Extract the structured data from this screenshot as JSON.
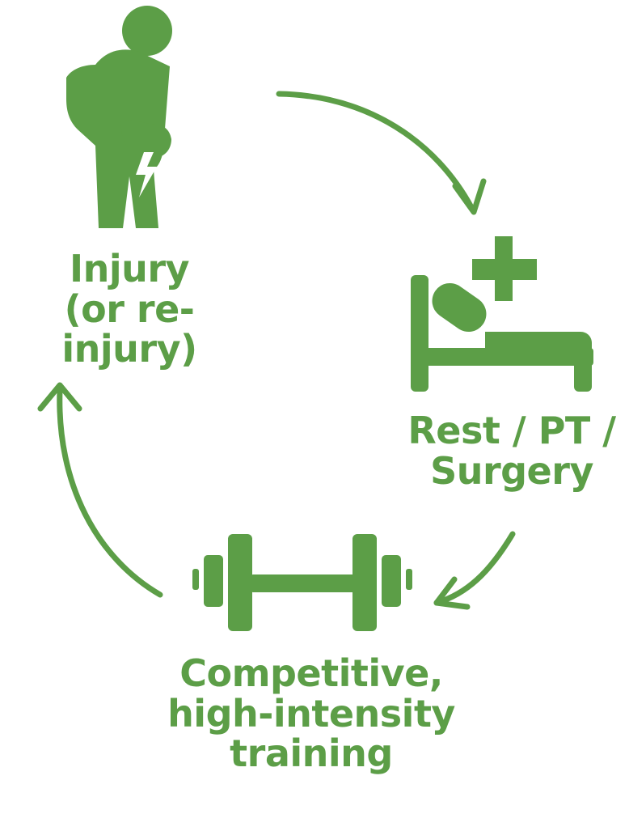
{
  "colors": {
    "accent": "#5c9e47"
  },
  "nodes": {
    "injury": {
      "icon": "injured-person-icon",
      "line1": "Injury",
      "line2": "(or re-injury)"
    },
    "rest": {
      "icon": "hospital-bed-icon",
      "line1": "Rest / PT /",
      "line2": "Surgery"
    },
    "training": {
      "icon": "dumbbell-icon",
      "line1": "Competitive,",
      "line2": "high-intensity",
      "line3": "training"
    }
  }
}
